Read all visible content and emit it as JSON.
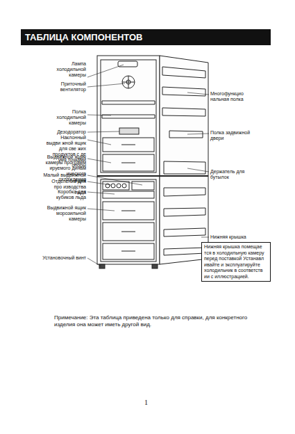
{
  "diagram": {
    "title": "ТАБЛИЦА КОМПОНЕНТОВ",
    "nodes": [
      {
        "text": [
          "Нижняя крышка помещае тся в холодильную камеру перед поставкой Устанавл ивайте и эксплуатируйте холодильник в соответств ии с иллюстрацией."
        ]
      }
    ],
    "labels": [
      "Лампа холодильной камеры",
      "Приточный вентилятор",
      "Полка холодильной камеры",
      "Дезодоратор",
      "Наклонный выдви жной ящик для све жих продуктов с де умя точками опоры",
      "Выдвижной ящик камеры программ ируемого динам ического охлаждения",
      "Малый выдвижной ящик",
      "Отделение для про изводства льда",
      "Коробка для кубиков льда",
      "Выдвижной ящик морозильной камеры",
      "Установочный винт",
      "Многофункцио нальная полка",
      "Полка задвижной двери",
      "Держатель для бутылок",
      "Нижняя крышка",
      "Примечание: Эта таблица приведена только для справки, для конкретного изделия она может иметь другой вид.",
      "1"
    ]
  }
}
